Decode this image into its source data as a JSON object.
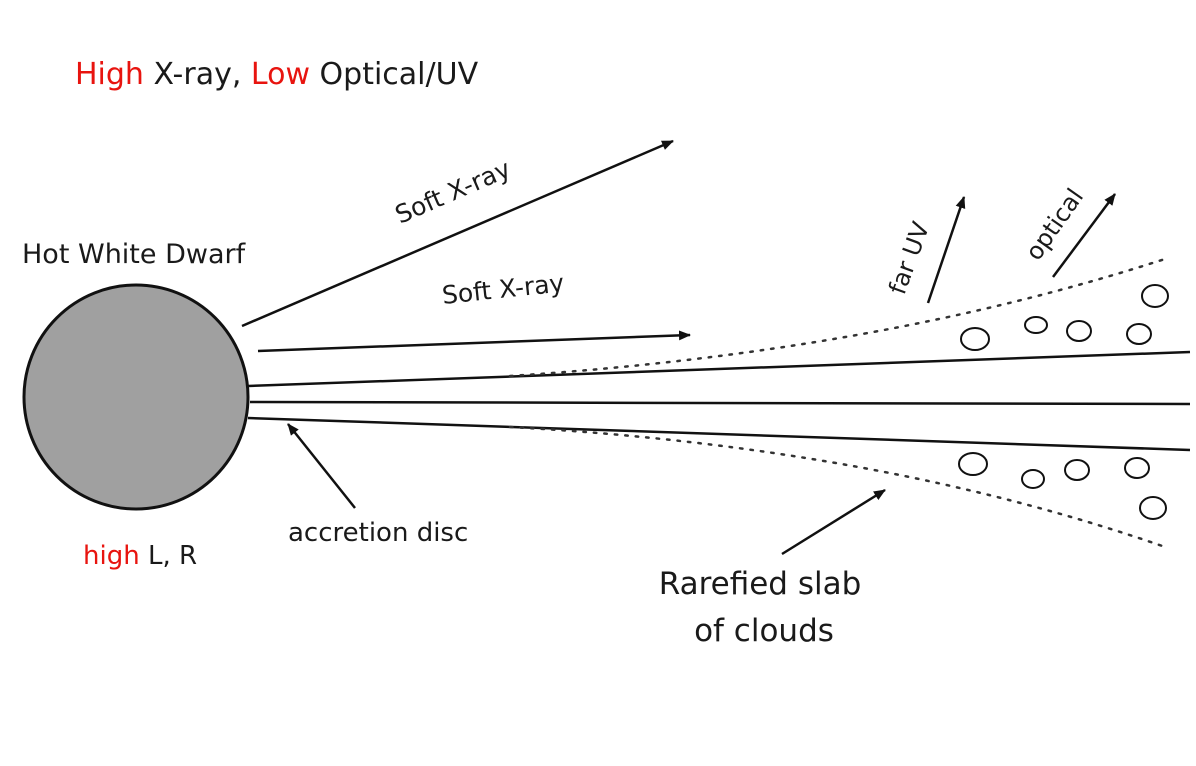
{
  "title": {
    "word1": "High",
    "text1": " X-ray, ",
    "word2": "Low",
    "text2": " Optical/UV"
  },
  "labels": {
    "white_dwarf": "Hot White Dwarf",
    "soft_xray_upper": "Soft X-ray",
    "soft_xray_lower": "Soft X-ray",
    "far_uv": "far UV",
    "optical": "optical",
    "accretion_disc": "accretion disc",
    "high_word": "high",
    "high_rest": " L, R",
    "slab_line1": "Rarefied slab",
    "slab_line2": "of clouds"
  },
  "colors": {
    "highlight": "#e8140f",
    "white_dwarf_fill": "#a0a0a0",
    "ink": "#111111"
  }
}
